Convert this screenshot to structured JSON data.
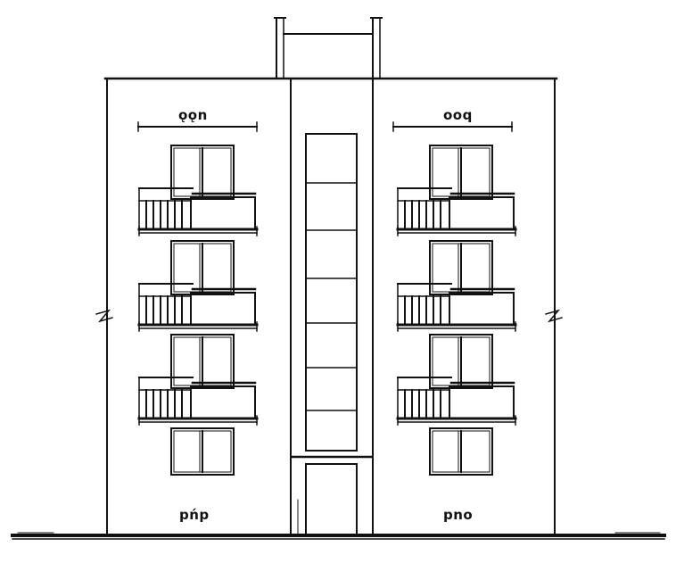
{
  "drawing": {
    "type": "building elevation sketch",
    "floors": 4,
    "balcony_floors": 3,
    "bays": [
      "left",
      "right"
    ],
    "labels": {
      "top_left": "ǫǫn",
      "top_right": "ooq",
      "bottom_left": "pńp",
      "bottom_right": "pno"
    },
    "line_color": "#111111",
    "background_color": "#ffffff"
  }
}
